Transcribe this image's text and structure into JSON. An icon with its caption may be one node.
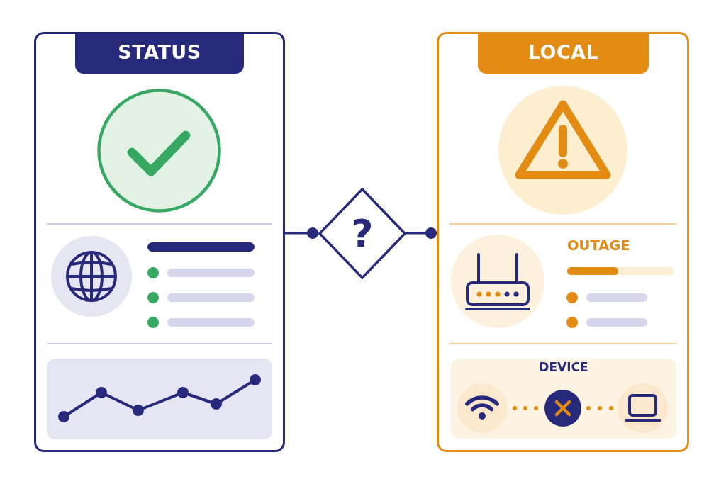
{
  "diagram": {
    "nodes": [
      {
        "text": [
          "STATUS"
        ]
      },
      {
        "text": [
          "?"
        ]
      },
      {
        "text": [
          "LOCAL"
        ]
      },
      {
        "text": [
          "DEVICE"
        ],
        "in": 2
      },
      {
        "text": [],
        "shape": "picture",
        "in": 3
      },
      {
        "text": [],
        "shape": "picture",
        "in": 3
      },
      {
        "text": [],
        "shape": "picture",
        "in": 3
      }
    ],
    "edges": [
      {
        "from": 0,
        "to": 1,
        "arrow": "other"
      },
      {
        "from": 1,
        "to": 2,
        "arrow": "other"
      },
      {
        "from": 4,
        "to": 5,
        "arrow": "none",
        "style": "dashed",
        "color": "#e38b12"
      },
      {
        "from": 5,
        "to": 6,
        "arrow": "none",
        "style": "dashed",
        "color": "#e38b12"
      }
    ],
    "labels": [
      "OUTAGE"
    ]
  }
}
